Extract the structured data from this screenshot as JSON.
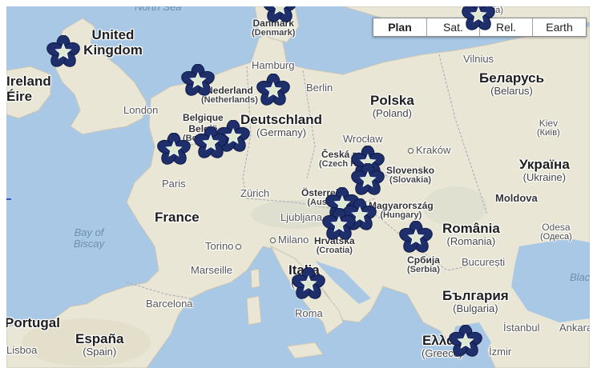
{
  "map_type": {
    "plan": "Plan",
    "sat": "Sat.",
    "rel": "Rel.",
    "earth": "Earth",
    "selected": "Plan"
  },
  "colors": {
    "sea": "#a8c8e6",
    "land": "#e8e6d8",
    "marker": "#1e2f6b",
    "marker_center": "#dde8cf"
  },
  "icons": {
    "marker": "blue-flower-icon"
  },
  "countries": {
    "uk": {
      "name": "United Kingdom"
    },
    "ireland": {
      "name": "Ireland",
      "sub": "Éire"
    },
    "denmark": {
      "name": "Danmark",
      "sub": "(Denmark)"
    },
    "nederland": {
      "name": "Nederland",
      "sub": "(Netherlands)"
    },
    "belgique": {
      "name": "Belgique",
      "name2": "België",
      "sub": "(Belgium)"
    },
    "deutschland": {
      "name": "Deutschland",
      "sub": "(Germany)"
    },
    "polska": {
      "name": "Polska",
      "sub": "(Poland)"
    },
    "belarus": {
      "name": "Беларусь",
      "sub": "(Belarus)"
    },
    "lithuania": {
      "sub": "(Lithuania)"
    },
    "czech": {
      "name": "Česká rep.",
      "sub": "(Czech Rep.)"
    },
    "slovensko": {
      "name": "Slovensko",
      "sub": "(Slovakia)"
    },
    "ukraina": {
      "name": "Україна",
      "sub": "(Ukraine)"
    },
    "osterreich": {
      "name": "Österreich",
      "sub": "(Austria)"
    },
    "magyar": {
      "name": "Magyarország",
      "sub": "(Hungary)"
    },
    "moldova": {
      "name": "Moldova"
    },
    "romania": {
      "name": "România",
      "sub": "(Romania)"
    },
    "france": {
      "name": "France"
    },
    "hrvatska": {
      "name": "Hrvatska",
      "sub": "(Croatia)"
    },
    "srbija": {
      "name": "Србија",
      "sub": "(Serbia)"
    },
    "italia": {
      "name": "Italia",
      "sub": "(Italy)"
    },
    "bulgaria": {
      "name": "България",
      "sub": "(Bulgaria)"
    },
    "portugal": {
      "name": "Portugal"
    },
    "espana": {
      "name": "España",
      "sub": "(Spain)"
    },
    "greece": {
      "name": "Ελλάς",
      "sub": "(Greece)"
    }
  },
  "cities": {
    "hamburg": "Hamburg",
    "berlin": "Berlin",
    "london": "London",
    "paris": "Paris",
    "wroclaw": "Wrocław",
    "krakow": "Kraków",
    "kiev": "Kiev",
    "kiev_local": "(Київ)",
    "vilnius": "Vilnius",
    "zurich": "Zürich",
    "ljubljana": "Ljubljana",
    "torino": "Torino",
    "milano": "Milano",
    "marseille": "Marseille",
    "barcelona": "Barcelona",
    "roma": "Roma",
    "bucuresti": "București",
    "odesa": "Odesa",
    "odesa_local": "(Одеса)",
    "istanbul": "İstanbul",
    "izmir": "İzmir",
    "ankara": "Ankara",
    "lisboa": "Lisboa"
  },
  "seas": {
    "north_sea": "North Sea",
    "biscay": "Bay of Biscay",
    "black_sea": "Blac"
  },
  "markers": [
    {
      "id": "uk"
    },
    {
      "id": "denmark"
    },
    {
      "id": "lithuania"
    },
    {
      "id": "netherlands"
    },
    {
      "id": "germany"
    },
    {
      "id": "belgium"
    },
    {
      "id": "belgium-2"
    },
    {
      "id": "france"
    },
    {
      "id": "czech"
    },
    {
      "id": "austria"
    },
    {
      "id": "austria-2"
    },
    {
      "id": "hungary"
    },
    {
      "id": "croatia"
    },
    {
      "id": "romania"
    },
    {
      "id": "italy"
    },
    {
      "id": "greece"
    }
  ]
}
